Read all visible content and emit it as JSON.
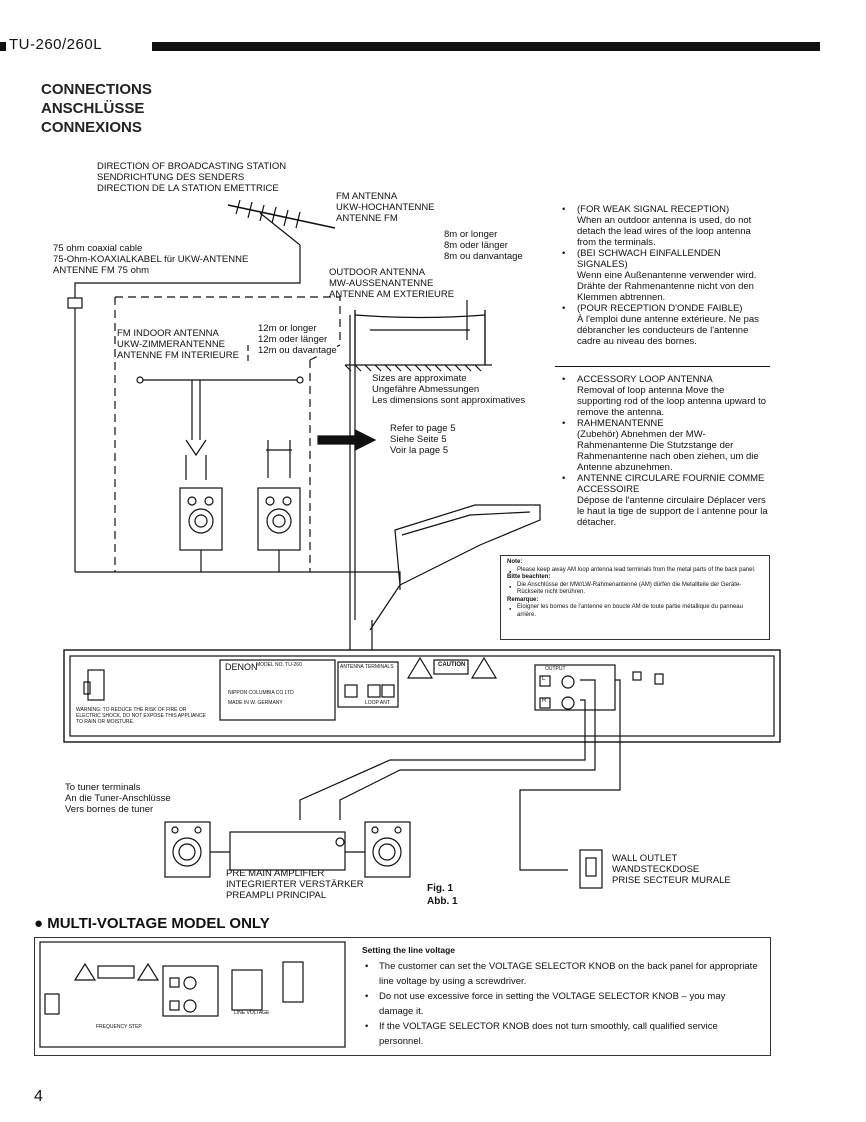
{
  "header": {
    "title": "TU-260/260L"
  },
  "headings": [
    "CONNECTIONS",
    "ANSCHLÜSSE",
    "CONNEXIONS"
  ],
  "labels": {
    "direction": [
      "DIRECTION OF BROADCASTING STATION",
      "SENDRICHTUNG DES SENDERS",
      "DIRECTION DE LA STATION EMETTRICE"
    ],
    "fm_antenna": [
      "FM ANTENNA",
      "UKW-HOCHANTENNE",
      "ANTENNE FM"
    ],
    "coax": [
      "75 ohm coaxial cable",
      "75-Ohm-KOAXIALKABEL für UKW-ANTENNE",
      "ANTENNE FM 75 ohm"
    ],
    "eight_m": [
      "8m or longer",
      "8m oder länger",
      "8m ou danvantage"
    ],
    "outdoor": [
      "OUTDOOR ANTENNA",
      "MW-AUSSENANTENNE",
      "ANTENNE AM EXTERIEURE"
    ],
    "fm_indoor": [
      "FM INDOOR ANTENNA",
      "UKW-ZIMMERANTENNE",
      "ANTENNE FM INTERIEURE"
    ],
    "twelve_m": [
      "12m or longer",
      "12m oder länger",
      "12m ou davantage"
    ],
    "sizes": [
      "Sizes are approximate",
      "Ungefähre Abmessungen",
      "Les dimensions sont approximatives"
    ],
    "refer": [
      "Refer to page 5",
      "Siehe Seite 5",
      "Voir la page 5"
    ],
    "tuner_terminals": [
      "To tuner terminals",
      "An die Tuner-Anschlüsse",
      "Vers bornes de tuner"
    ],
    "pre_main": [
      "PRE MAIN AMPLIFIER",
      "INTEGRIERTER VERSTÄRKER",
      "PREAMPLI PRINCIPAL"
    ],
    "wall_outlet": [
      "WALL OUTLET",
      "WANDSTECKDOSE",
      "PRISE SECTEUR MURALE"
    ],
    "fig": [
      "Fig. 1",
      "Abb. 1"
    ]
  },
  "weak_signal": [
    {
      "title": "(FOR WEAK SIGNAL RECEPTION)",
      "text": "When an outdoor antenna is used, do not detach the lead wires of the loop antenna from the terminals."
    },
    {
      "title": "(BEI SCHWACH EINFALLENDEN SIGNALES)",
      "text": "Wenn eine Außenantenne verwender wird. Drähte der Rahmenantenne nicht von den Klemmen abtrennen."
    },
    {
      "title": "(POUR RECEPTION D'ONDE FAIBLE)",
      "text": "À l'emploi dune antenne extérieure. Ne pas débrancher les conducteurs de l'antenne cadre au niveau des bornes."
    }
  ],
  "loop_antenna": [
    {
      "title": "ACCESSORY LOOP ANTENNA",
      "text": "Removal of loop antenna Move the supporting rod of the loop antenna upward to remove the antenna."
    },
    {
      "title": "RAHMENANTENNE",
      "text": "(Zubehör) Abnehmen der MW-Rahmenantenne Die Stutzstange der Rahmenantenne nach oben ziehen, um die Antenne abzunehmen."
    },
    {
      "title": "ANTENNE CIRCULARE FOURNIE COMME ACCESSOIRE",
      "text": "Dépose de l'antenne circulaire Déplacer vers le haut la tige de support de l antenne pour la détacher."
    }
  ],
  "note": {
    "title": "Note:",
    "en": "Please keep away AM loop antenna lead terminals from the metal parts of the back panel.",
    "de_title": "Bitte beachten:",
    "de": "Die Anschlüsse der MW/LW-Rahmenantenne (AM) dürfen die Metallteile der Geräte-Rückseite nicht berühren.",
    "fr_title": "Remarque:",
    "fr": "Eloigner les bornes de l'antenne en boucle AM de toute partie métallique du panneau arrière."
  },
  "panel": {
    "brand": "DENON",
    "model": "MODEL NO. TU-260",
    "caution": "CAUTION",
    "antenna_terminals": "ANTENNA TERMINALS",
    "output": "OUTPUT",
    "loop_ant": "LOOP ANT.",
    "made_in": "MADE IN W. GERMANY",
    "maker": "NIPPON COLUMBIA CO LTD",
    "warning": "WARNING: TO REDUCE THE RISK OF FIRE OR ELECTRIC SHOCK, DO NOT EXPOSE THIS APPLIANCE TO RAIN OR MOISTURE.",
    "l": "L",
    "r": "R"
  },
  "multi": {
    "heading": "● MULTI-VOLTAGE MODEL ONLY",
    "setting_title": "Setting the line voltage",
    "items": [
      "The customer can set the VOLTAGE SELECTOR KNOB on the back panel for appropriate line voltage by using a screwdriver.",
      "Do not use excessive force in setting the VOLTAGE SELECTOR KNOB – you may damage it.",
      "If the VOLTAGE SELECTOR KNOB does not turn smoothly, call qualified service personnel."
    ],
    "line_voltage": "LINE VOLTAGE",
    "frequency_step": "FREQUENCY STEP"
  },
  "page_number": "4"
}
